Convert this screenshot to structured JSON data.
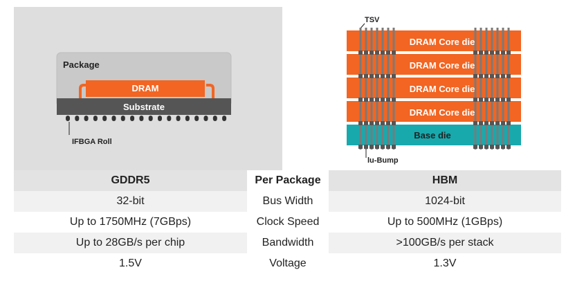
{
  "gddr5_diagram": {
    "package_label": "Package",
    "dram_label": "DRAM",
    "substrate_label": "Substrate",
    "ball_label": "IFBGA Roll"
  },
  "hbm_diagram": {
    "tsv_label": "TSV",
    "core_die_labels": [
      "DRAM Core die",
      "DRAM Core die",
      "DRAM Core die",
      "DRAM Core die"
    ],
    "base_die_label": "Base die",
    "bump_label": "lu-Bump"
  },
  "colors": {
    "orange": "#f26522",
    "teal": "#18a9ad",
    "substrate": "#555555",
    "package": "#c9c9c9"
  },
  "table": {
    "header": {
      "left": "GDDR5",
      "middle": "Per Package",
      "right": "HBM"
    },
    "rows": [
      {
        "left": "32-bit",
        "middle": "Bus Width",
        "right": "1024-bit"
      },
      {
        "left": "Up to 1750MHz (7GBps)",
        "middle": "Clock Speed",
        "right": "Up to 500MHz (1GBps)"
      },
      {
        "left": "Up to 28GB/s per chip",
        "middle": "Bandwidth",
        "right": ">100GB/s per stack"
      },
      {
        "left": "1.5V",
        "middle": "Voltage",
        "right": "1.3V"
      }
    ]
  }
}
